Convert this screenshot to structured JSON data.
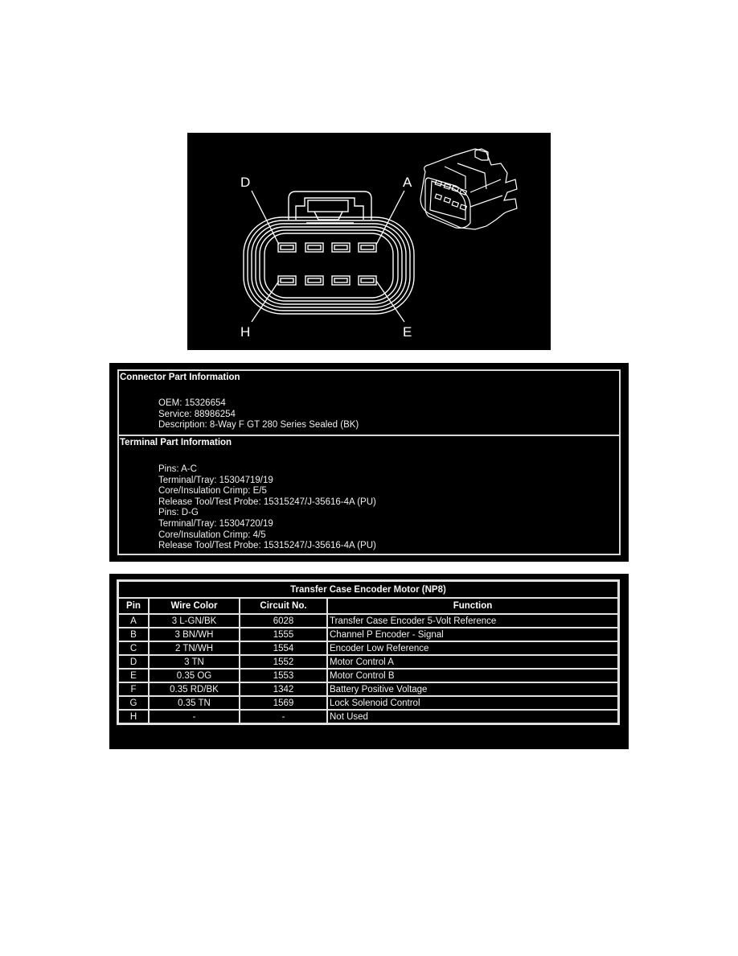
{
  "figure": {
    "pin_labels": {
      "top_left": "D",
      "top_right": "A",
      "bottom_left": "H",
      "bottom_right": "E"
    }
  },
  "connector_part_info": {
    "title": "Connector Part Information",
    "lines": [
      "OEM: 15326654",
      "Service: 88986254",
      "Description: 8-Way F GT 280 Series Sealed (BK)"
    ]
  },
  "terminal_part_info": {
    "title": "Terminal Part Information",
    "lines": [
      "Pins: A-C",
      "Terminal/Tray: 15304719/19",
      "Core/Insulation Crimp: E/5",
      "Release Tool/Test Probe: 15315247/J-35616-4A (PU)",
      "Pins: D-G",
      "Terminal/Tray: 15304720/19",
      "Core/Insulation Crimp: 4/5",
      "Release Tool/Test Probe: 15315247/J-35616-4A (PU)"
    ]
  },
  "pinout_table": {
    "title": "Transfer Case Encoder Motor (NP8)",
    "headers": {
      "pin": "Pin",
      "wire_color": "Wire Color",
      "circuit": "Circuit No.",
      "function": "Function"
    },
    "rows": [
      {
        "pin": "A",
        "wire_color": "3 L-GN/BK",
        "circuit": "6028",
        "function": "Transfer Case Encoder 5-Volt Reference"
      },
      {
        "pin": "B",
        "wire_color": "3 BN/WH",
        "circuit": "1555",
        "function": "Channel P Encoder - Signal"
      },
      {
        "pin": "C",
        "wire_color": "2 TN/WH",
        "circuit": "1554",
        "function": "Encoder Low Reference"
      },
      {
        "pin": "D",
        "wire_color": "3 TN",
        "circuit": "1552",
        "function": "Motor Control A"
      },
      {
        "pin": "E",
        "wire_color": "0.35 OG",
        "circuit": "1553",
        "function": "Motor Control B"
      },
      {
        "pin": "F",
        "wire_color": "0.35 RD/BK",
        "circuit": "1342",
        "function": "Battery Positive Voltage"
      },
      {
        "pin": "G",
        "wire_color": "0.35 TN",
        "circuit": "1569",
        "function": "Lock Solenoid Control"
      },
      {
        "pin": "H",
        "wire_color": "-",
        "circuit": "-",
        "function": "Not Used"
      }
    ]
  }
}
